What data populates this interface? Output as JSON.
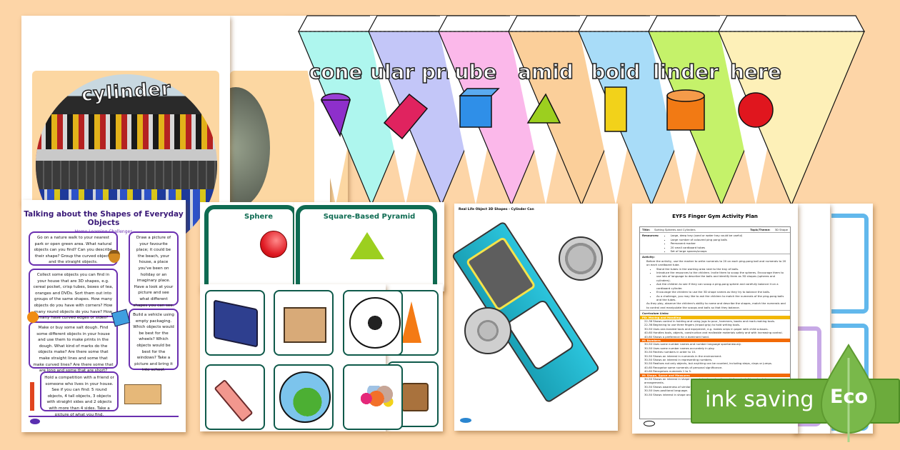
{
  "background_color": "#fdd5a7",
  "posters": {
    "main_label": "cylinder",
    "panel_color": "#fcd7a2"
  },
  "bunting": {
    "flags": [
      {
        "label": "cone",
        "color": "#aef6ee",
        "shape": "cone"
      },
      {
        "label": "triangular prism",
        "visible_label": "ular prism",
        "color": "#c3c6f8",
        "shape": "triangular-prism"
      },
      {
        "label": "cube",
        "visible_label": "ube",
        "color": "#fbb8ea",
        "shape": "cube"
      },
      {
        "label": "square-based pyramid",
        "visible_label": "amid",
        "color": "#fbcf9a",
        "shape": "pyramid"
      },
      {
        "label": "cuboid",
        "visible_label": "boid",
        "color": "#a8dcf8",
        "shape": "cuboid"
      },
      {
        "label": "cylinder",
        "visible_label": "linder",
        "color": "#c5f26a",
        "shape": "cylinder"
      },
      {
        "label": "sphere",
        "visible_label": "here",
        "color": "#fdf0b8",
        "shape": "sphere"
      }
    ]
  },
  "challenges_sheet": {
    "title": "Talking about the Shapes of Everyday Objects",
    "subtitle": "Home Learning Challenges",
    "bubbles": [
      "Go on a nature walk to your nearest park or open green area. What natural objects can you find? Can you describe their shape? Group the curved objects and the straight objects.",
      "Draw a picture of your favourite place; it could be the beach, your house, a place you've been on holiday or an imaginary place. Have a look at your picture and see what different shapes you can see. Are there any curved objects? Are their any round objects or straight objects?",
      "Collect some objects you can find in your house that are 3D shapes, e.g. cereal pocket, crisp tubes, boxes of tea, oranges and DVDs. Sort them out into groups of the same shapes. How many objects do you have with corners? How many round objects do you have? How many have curved edges or sides?",
      "Make or buy some salt dough. Find some different objects in your house and use them to make prints in the dough. What kind of marks do the objects make? Are there some that make straight lines and some that make curved lines? Are there some that are long and some that are short?",
      "Build a vehicle using empty packaging. Which objects would be best for the wheels? Which objects would be best for the windows? Take a picture and bring it into school.",
      "Hold a competition with a friend or someone who lives in your house. See if you can find: 5 round objects, 4 tall objects, 3 objects with straight sides and 2 objects with more than 4 sides. Take a picture of what you find."
    ]
  },
  "shape_cards": {
    "card1_title": "Sphere",
    "card2_title": "Square-Based Pyramid",
    "frame_color": "#0e6b52",
    "objects": [
      "book",
      "cardboard-box",
      "football",
      "traffic-cone",
      "eraser",
      "globe",
      "balls-of-wool",
      "suitcase"
    ]
  },
  "net_sheet": {
    "title": "Real Life Object 3D Shapes - Cylinder Can"
  },
  "activity_plan": {
    "title": "EYFS Finger Gym Activity Plan",
    "title_label": "Title:",
    "title_value": "Sorting Spheres and Cylinders",
    "topic_label": "Topic/Theme:",
    "topic_value": "3D Shape",
    "resources_label": "Resources:",
    "resources": [
      "Large, deep tray (sand or water tray could be useful)",
      "Large number of coloured ping pong balls",
      "Permanent marker",
      "20 small cardboard tubes",
      "Set of large spoons/scoops"
    ],
    "activity_label": "Activity:",
    "activity_text": "Before the activity, use the marker to write numerals to 20 on each ping-pong ball and numerals to 20 on each cardboard tube.",
    "activity_steps": [
      "Stand the tubes in the working area next to the tray of balls.",
      "Introduce the resources to the children. Invite them to scoop the spheres. Encourage them to use lots of language to describe the balls and identify them as 3D shapes (spheres and cylinders).",
      "Ask the children to see if they can scoop a ping-pong sphere and carefully balance it on a cardboard cylinder.",
      "Encourage the children to use the 3D shape names as they try to balance the balls.",
      "As a challenge, you may like to ask the children to match the numerals of the ping-pong balls and the tubes."
    ],
    "observe_text": "As they play, observe the children's ability to name and describe the shapes, match the numerals and to control and manipulate the scoops and balls so that they balance.",
    "curriculum_label": "Curriculum Links:",
    "bands": [
      {
        "label": "PD: Moving and Handling",
        "color": "#f2b705"
      },
      {
        "label": "M: Numbers",
        "color": "#f26a07"
      },
      {
        "label": "M: Shape, Space and Measures",
        "color": "#f26a07"
      }
    ],
    "band1_items": [
      "22-36 Shows control in holding and using jugs to pour, hammers, books and mark-making tools.",
      "22-36 Beginning to use three fingers (tripod grip) to hold writing tools.",
      "30-50 Uses one-handed tools and equipment, e.g. makes snips in paper with child scissors.",
      "40-60 Handles tools, objects, construction and malleable materials safely and with increasing control.",
      "40-60 Shows a preference for a dominant hand."
    ],
    "band2_items": [
      "30-50 Uses some number names and number language spontaneously.",
      "30-50 Uses some number names accurately in play.",
      "30-50 Recites numbers in order to 10.",
      "30-50 Shows an interest in numerals in the environment.",
      "30-50 Shows an interest in representing numbers.",
      "30-50 Realises not only objects, but anything can be counted, including steps, claps or jumps.",
      "40-60 Recognise some numerals of personal significance.",
      "40-60 Recognises numerals 1 to 5."
    ],
    "band3_items": [
      "30-50 Shows an interest in shape by sustained construction activity or by talking about shapes or arrangements.",
      "30-50 Shows awareness of similarities of shapes in the environment.",
      "30-50 Uses positional language.",
      "30-50 Shows interest in shape and space by playing with shapes or making arrangements with objects."
    ]
  },
  "eco_badge": {
    "text": "ink saving",
    "badge": "Eco",
    "color": "#6cab3c"
  }
}
